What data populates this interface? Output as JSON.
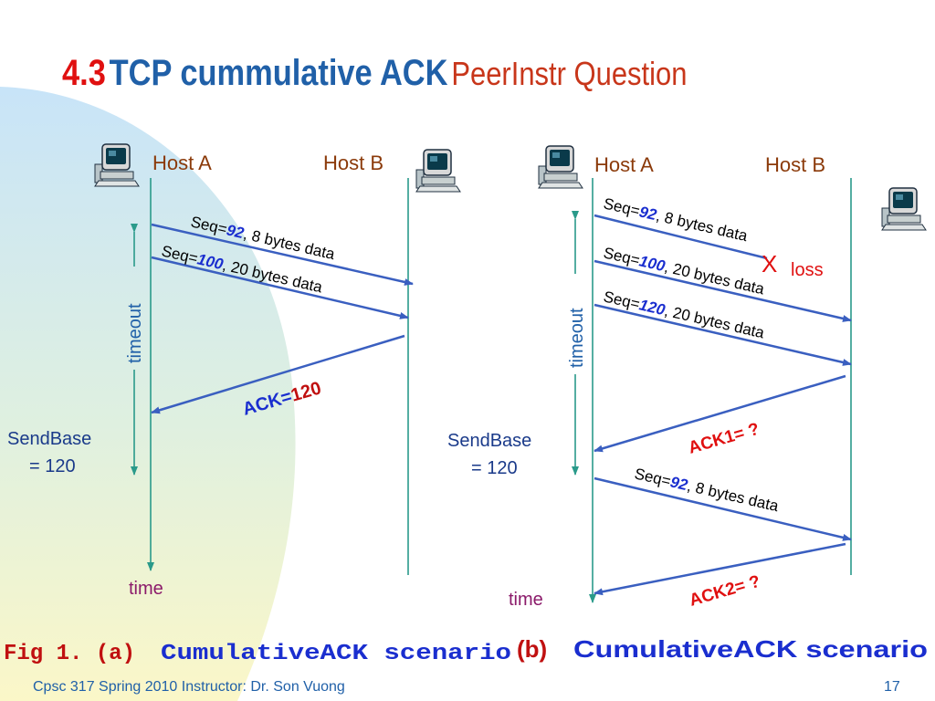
{
  "slide": {
    "title_number": "4.3",
    "title_main": "TCP cummulative ACK",
    "title_sub": "PeerInstr Question"
  },
  "left_diagram": {
    "host_a": "Host A",
    "host_b": "Host B",
    "seg1_prefix": "Seq=",
    "seg1_num": "92",
    "seg1_suffix": ", 8 bytes data",
    "seg2_prefix": "Seq=",
    "seg2_num": "100",
    "seg2_suffix": ", 20 bytes data",
    "ack_label": "ACK",
    "ack_eq": "=",
    "ack_value": "120",
    "timeout": "timeout",
    "sendbase_line1": "SendBase",
    "sendbase_line2": "= 120",
    "time": "time"
  },
  "right_diagram": {
    "host_a": "Host A",
    "host_b": "Host B",
    "seg1_prefix": "Seq=",
    "seg1_num": "92",
    "seg1_suffix": ", 8 bytes data",
    "loss_mark": "X",
    "loss": "loss",
    "seg2_prefix": "Seq=",
    "seg2_num": "100",
    "seg2_suffix": ", 20 bytes data",
    "seg3_prefix": "Seq=",
    "seg3_num": "120",
    "seg3_suffix": ", 20 bytes data",
    "ack1": "ACK1= ?",
    "seg4_prefix": "Seq=",
    "seg4_num": "92",
    "seg4_suffix": ", 8 bytes data",
    "ack2": "ACK2= ?",
    "timeout": "timeout",
    "sendbase_line1": "SendBase",
    "sendbase_line2": "= 120",
    "time": "time"
  },
  "captions": {
    "fig_label": "Fig 1. (a)",
    "left_caption": "CumulativeACK scenario",
    "b_label": "(b)",
    "right_caption": "CumulativeACK scenario"
  },
  "footer": {
    "course": "Cpsc 317 Spring 2010  Instructor: Dr. Son Vuong",
    "page": "17"
  },
  "colors": {
    "arrow": "#3a5fc0",
    "timeline": "#2a9a8a",
    "title_red": "#e01010",
    "title_blue": "#2060a8"
  },
  "icons": [
    "computer-icon"
  ]
}
